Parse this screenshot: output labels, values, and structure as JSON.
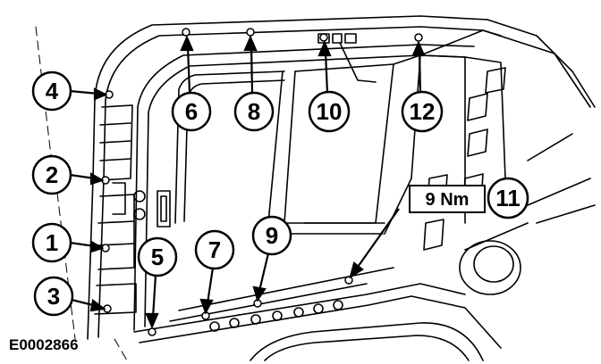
{
  "diagram": {
    "reference_code": "E0002866",
    "torque_label": "9 Nm",
    "callouts": [
      "1",
      "2",
      "3",
      "4",
      "5",
      "6",
      "7",
      "8",
      "9",
      "10",
      "11",
      "12"
    ]
  }
}
